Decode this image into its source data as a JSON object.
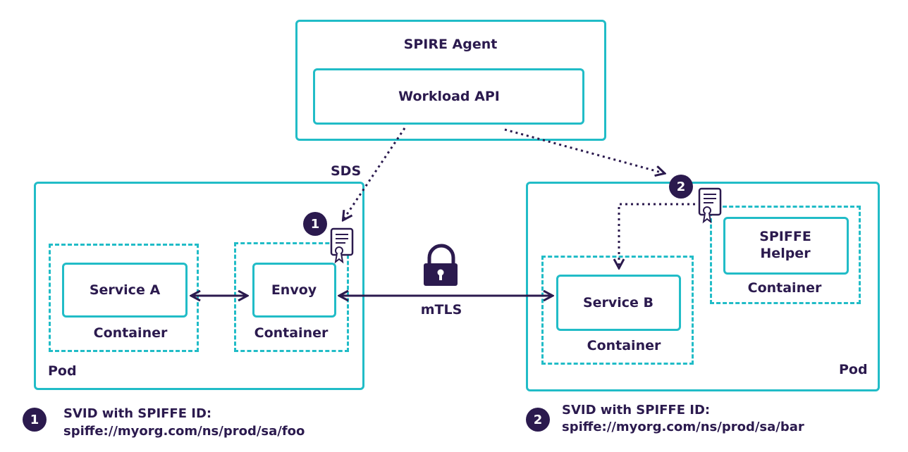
{
  "agent": {
    "title": "SPIRE Agent",
    "api": "Workload API"
  },
  "sds_label": "SDS",
  "mtls_label": "mTLS",
  "pod_left": {
    "label": "Pod",
    "service_a": "Service A",
    "service_a_container": "Container",
    "envoy": "Envoy",
    "envoy_container": "Container",
    "badge": "1"
  },
  "pod_right": {
    "label": "Pod",
    "service_b": "Service B",
    "service_b_container": "Container",
    "helper": "SPIFFE\nHelper",
    "helper_container": "Container",
    "badge": "2"
  },
  "legend": [
    {
      "num": "1",
      "title": "SVID with SPIFFE ID:",
      "id": "spiffe://myorg.com/ns/prod/sa/foo"
    },
    {
      "num": "2",
      "title": "SVID with SPIFFE ID:",
      "id": "spiffe://myorg.com/ns/prod/sa/bar"
    }
  ],
  "colors": {
    "teal": "#21bcc7",
    "navy": "#2b1a4e"
  },
  "icons": [
    "certificate-icon",
    "lock-icon"
  ]
}
